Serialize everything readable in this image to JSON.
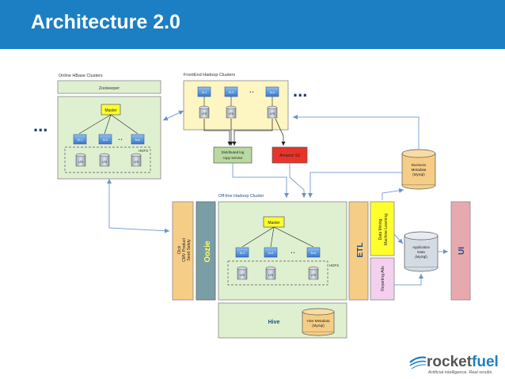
{
  "slide": {
    "title": "Architecture 2.0",
    "banner_color": "#1c7fc4"
  },
  "online_hbase": {
    "label": "Online HBase Clusters",
    "zookeeper": "Zookeeper",
    "master": "Master",
    "nodes": [
      "N-1",
      "N-2",
      "N-n"
    ],
    "node_ellipsis": "• •",
    "hdfs": "HDFS",
    "lfs": [
      "LFS",
      "LFS",
      "LFS"
    ],
    "more": "..."
  },
  "frontend_hadoop": {
    "label": "FrontEnd Hadoop Clusters",
    "nodes": [
      "N-1",
      "N-2",
      "N-n"
    ],
    "node_ellipsis": "• •",
    "lfs": [
      "LFS",
      "LFS",
      "LFS"
    ],
    "more": "..."
  },
  "distributed_log": {
    "line1": "Distributed log",
    "line2": "copy service"
  },
  "amazon_s3": {
    "label": "Amazon S3"
  },
  "business_metadata": {
    "line1": "Business",
    "line2": "Metadata",
    "line3": "(MySql)"
  },
  "offline_hadoop": {
    "label": "Off-line Hadoop Cluster",
    "master": "Master",
    "nodes": [
      "N-1",
      "N-2",
      "N-n"
    ],
    "node_ellipsis": "• •",
    "hdfs": "HDFS",
    "lfs": [
      "LFS",
      "LFS",
      "LFS"
    ]
  },
  "click_box": {
    "line1": "Click",
    "line2": "CMV Product",
    "line3": "Send Safety"
  },
  "oozie": {
    "label": "Oozie"
  },
  "etl": {
    "label": "ETL"
  },
  "data_mining": {
    "line1": "Data Mining",
    "line2": "Machine Learning"
  },
  "reporting": {
    "label": "Reporting Ads"
  },
  "application_data": {
    "line1": "Application",
    "line2": "Data",
    "line3": "(MySql)"
  },
  "ui": {
    "label": "UI"
  },
  "hive": {
    "label": "Hive",
    "metadata_line1": "Hive Metadata",
    "metadata_line2": "(MySql)"
  },
  "logo": {
    "brand": "rocketfuel",
    "brand_part1": "rocket",
    "brand_part2": "fuel",
    "tagline": "Artificial intelligence. Real results."
  },
  "colors": {
    "green_box": "#dff0d0",
    "yellow_box": "#fdf5c2",
    "node_blue": "#4f8fd8",
    "master_yellow": "#ffff2e",
    "s3_red": "#e8342a",
    "orange_bar": "#f6cd86",
    "oozie_teal": "#7a9ea6",
    "ui_pink": "#e8a9ae",
    "reporting_pink": "#f3d0ee",
    "arrow_blue": "#7ea4d6"
  }
}
